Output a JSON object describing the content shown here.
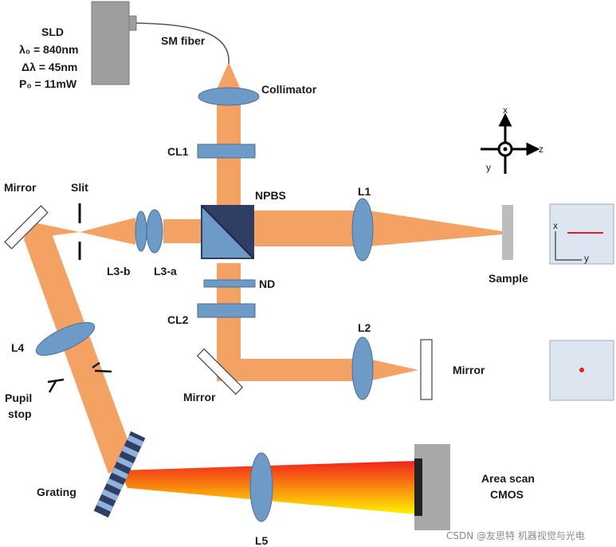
{
  "colors": {
    "beam": "#F4A263",
    "lens": "#6E9AC8",
    "lens_stroke": "#4A6F9A",
    "panel": "#DDE6F0",
    "source": "#9E9E9E",
    "grating_dark": "#2F3E63",
    "grating_light": "#8FB3DD",
    "spectrum_start": "#F2231D",
    "spectrum_end": "#FFF200",
    "line_marker": "#E02020"
  },
  "source": {
    "name": "SLD",
    "wavelength": "λ₀ = 840nm",
    "bandwidth": "Δλ = 45nm",
    "power": "P₀ = 11mW"
  },
  "labels": {
    "fiber": "SM fiber",
    "collimator": "Collimator",
    "cl1": "CL1",
    "npbs": "NPBS",
    "l1": "L1",
    "sample": "Sample",
    "mirror_left": "Mirror",
    "slit": "Slit",
    "l3b": "L3-b",
    "l3a": "L3-a",
    "nd": "ND",
    "cl2": "CL2",
    "l2": "L2",
    "mirror_ref": "Mirror",
    "mirror_right": "Mirror",
    "l4": "L4",
    "pupil_stop_1": "Pupil",
    "pupil_stop_2": "stop",
    "grating": "Grating",
    "l5": "L5",
    "camera_1": "Area scan",
    "camera_2": "CMOS"
  },
  "axes": {
    "x": "x",
    "y": "y",
    "z": "z"
  },
  "inset": {
    "x": "x",
    "y": "y"
  },
  "icons": [
    "axes-crosshair-icon",
    "inset-axes-icon",
    "line-marker-icon",
    "dot-marker-icon"
  ],
  "watermark": "CSDN @友思特 机器视觉与光电"
}
